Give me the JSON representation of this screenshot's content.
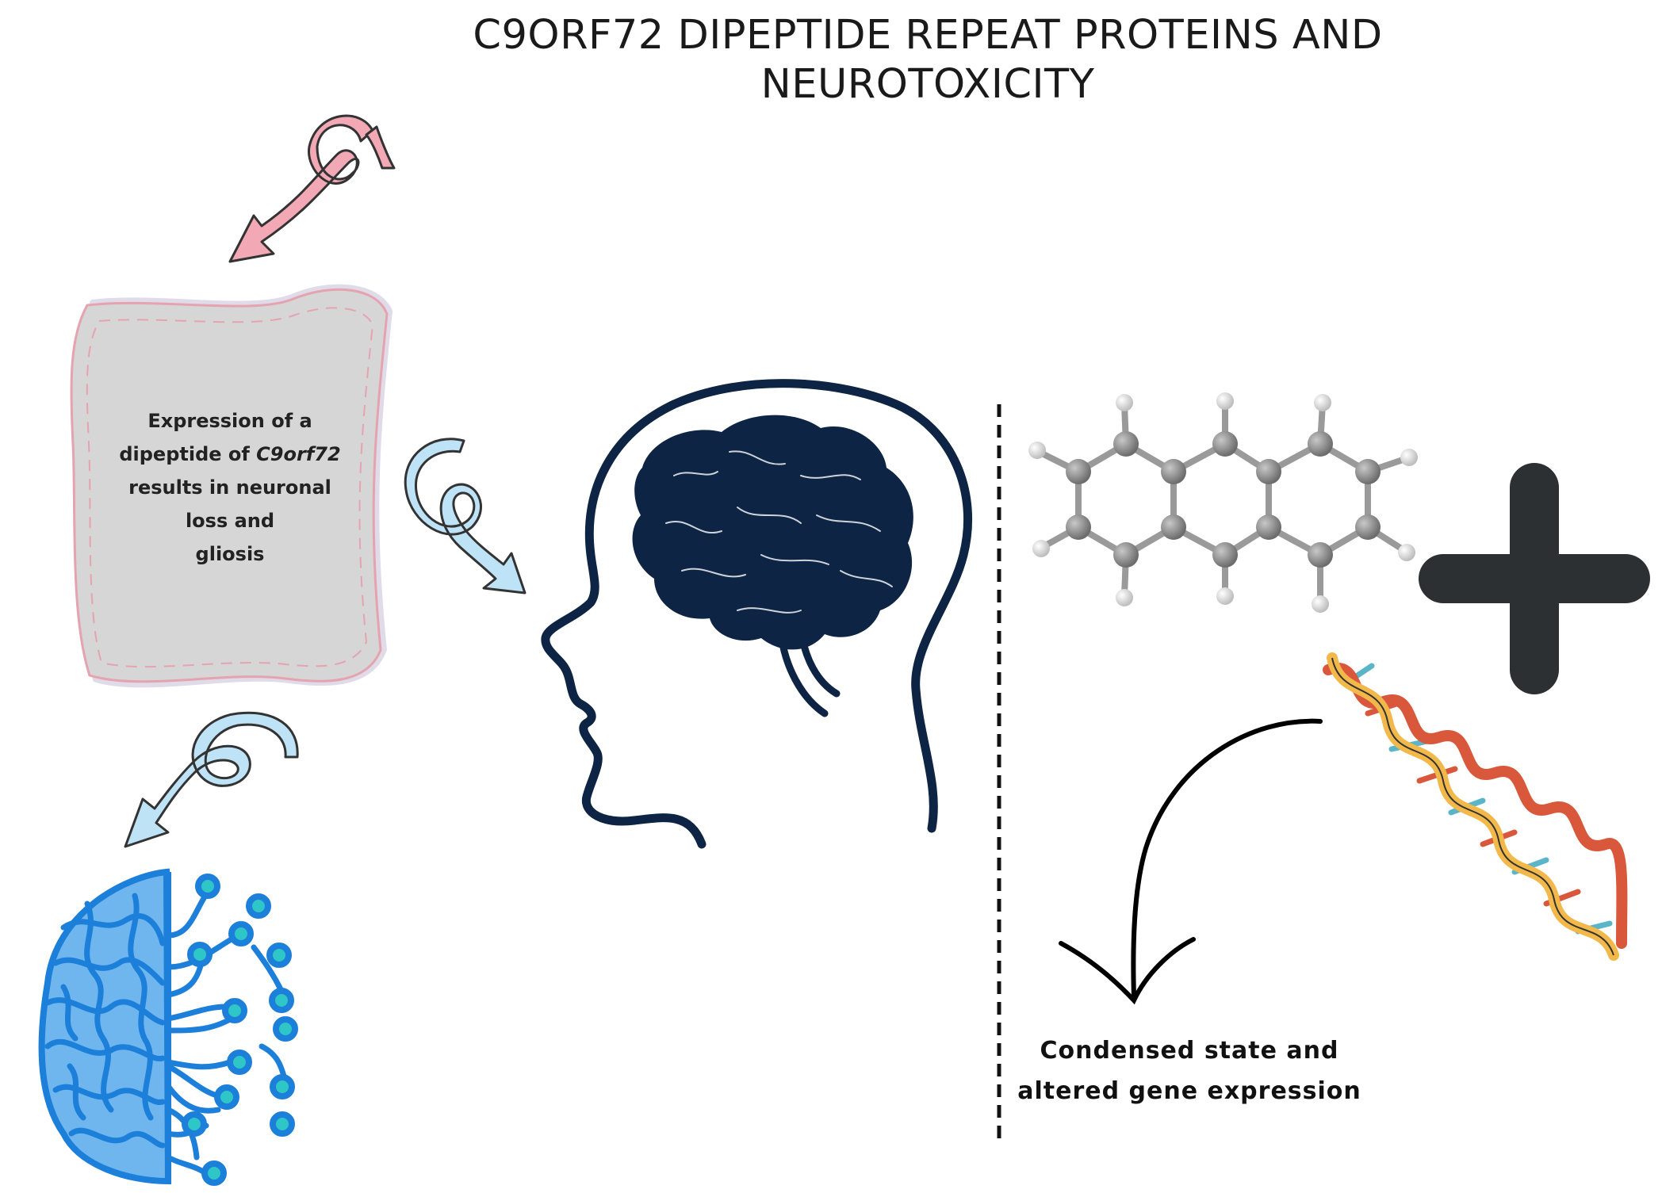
{
  "title": {
    "line1": "C9ORF72 DIPEPTIDE REPEAT PROTEINS AND",
    "line2": "NEUROTOXICITY"
  },
  "box": {
    "line1": "Expression of a",
    "line2_prefix": "dipeptide of ",
    "line2_italic": "C9orf72",
    "line3": "results in neuronal",
    "line4": "loss and",
    "line5": "gliosis"
  },
  "caption": {
    "line1": "Condensed state and",
    "line2": "altered gene expression"
  },
  "icons": [
    "pink-curly-arrow-icon",
    "blue-curly-arrow-icon",
    "human-head-brain-icon",
    "circuit-brain-icon",
    "molecule-icon",
    "plus-icon",
    "dna-helix-icon",
    "curved-arrow-icon"
  ],
  "colors": {
    "pink_arrow": "#f2a9b5",
    "blue_arrow": "#bfe3f6",
    "brain_navy": "#0d2444",
    "box_fill": "#d6d6d6",
    "box_border": "#e5a3b0",
    "circuit_blue": "#1c7fd9",
    "plus": "#2c3033",
    "dna_orange": "#f2b84a",
    "dna_red": "#d9573b",
    "atom_gray": "#8a8a8a"
  }
}
